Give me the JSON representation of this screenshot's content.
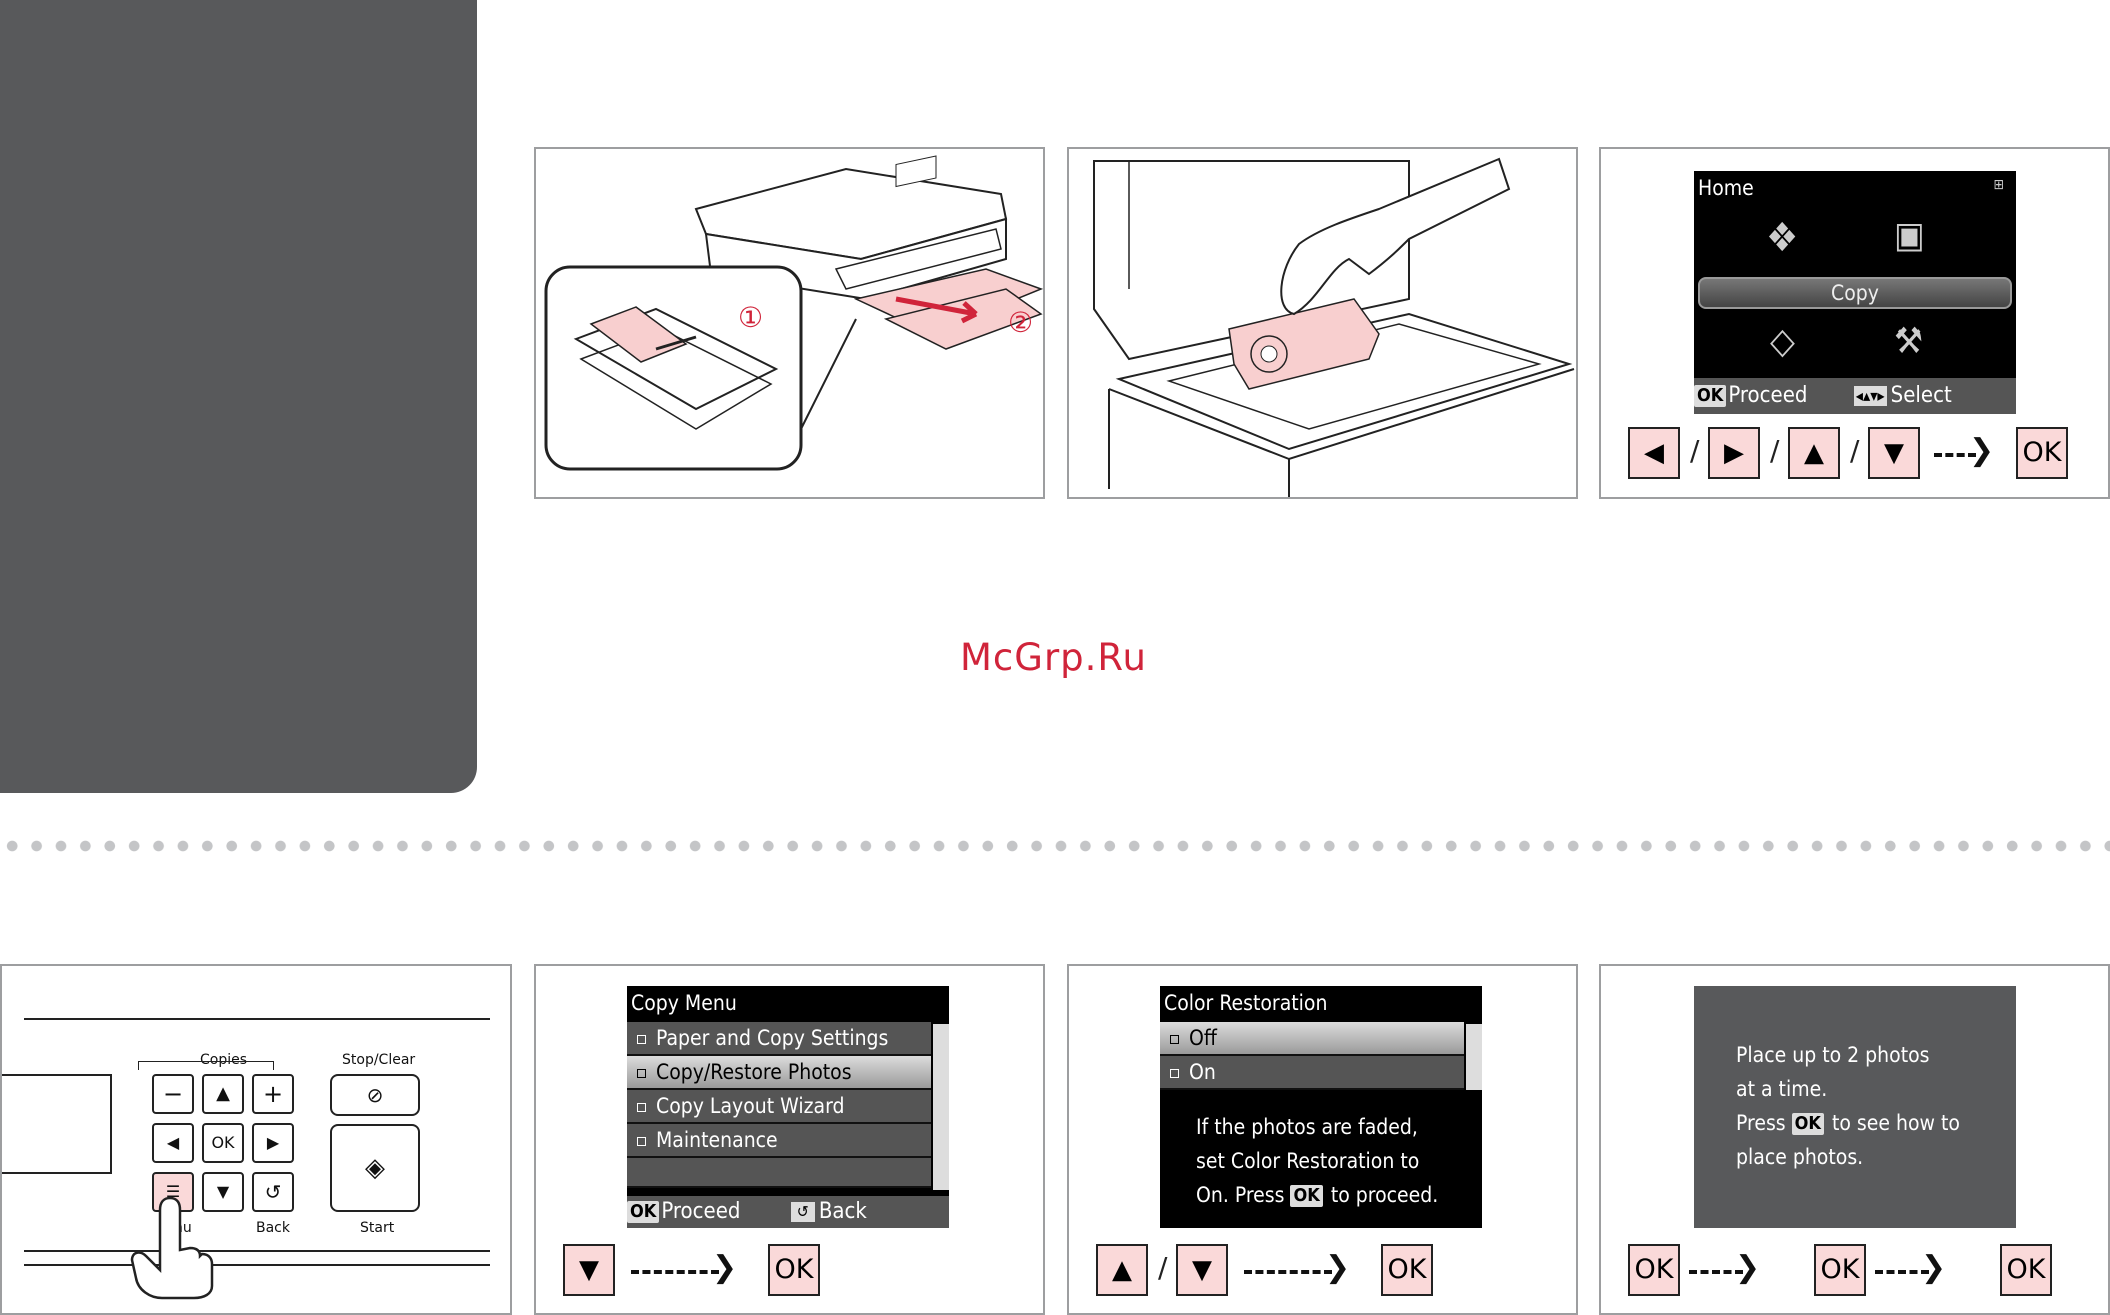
{
  "watermark": "McGrp.Ru",
  "top_row": {
    "panel3": {
      "screen_title": "Home",
      "menu_label": "Copy",
      "footer_ok": "OK",
      "footer_proceed": "Proceed",
      "footer_select": "Select",
      "keys": [
        "◀",
        "▶",
        "▲",
        "▼"
      ],
      "separators": [
        "/",
        "/",
        "/"
      ],
      "ok_key": "OK"
    },
    "panel1": {
      "marker1": "①",
      "marker2": "②"
    }
  },
  "bottom_row": {
    "panel_panel": {
      "copies_label": "Copies",
      "stop_label": "Stop/Clear",
      "minus": "−",
      "up": "▲",
      "plus": "+",
      "left": "◀",
      "ok": "OK",
      "right": "▶",
      "down": "▼",
      "back_glyph": "↺",
      "menu_label": "nu",
      "back_label": "Back",
      "start_label": "Start"
    },
    "copy_menu": {
      "title": "Copy Menu",
      "items": [
        "Paper and Copy Settings",
        "Copy/Restore Photos",
        "Copy Layout Wizard",
        "Maintenance"
      ],
      "footer_ok": "OK",
      "footer_proceed": "Proceed",
      "footer_back": "Back",
      "key": "▼",
      "ok_key": "OK"
    },
    "color_restoration": {
      "title": "Color Restoration",
      "options": [
        "Off",
        "On"
      ],
      "msg_line1": "If the photos are faded,",
      "msg_line2": "set Color Restoration to",
      "msg_line3_pre": "On. Press",
      "msg_ok": "OK",
      "msg_line3_post": "to proceed.",
      "keys": [
        "▲",
        "▼"
      ],
      "separator": "/",
      "ok_key": "OK"
    },
    "place_photos": {
      "line1": "Place up to 2 photos",
      "line2": "at a time.",
      "line3_pre": "Press",
      "line3_ok": "OK",
      "line3_post": "to see how to",
      "line4": "place photos.",
      "ok_keys": [
        "OK",
        "OK",
        "OK"
      ]
    }
  }
}
